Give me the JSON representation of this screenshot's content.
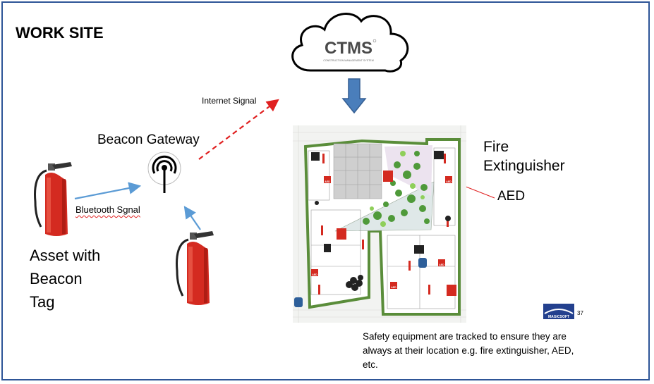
{
  "title": "WORK SITE",
  "cloud": {
    "brand": "CTMS",
    "brand_sub": "CONSTRUCTION MANAGEMENT SYSTEM"
  },
  "labels": {
    "internet_signal": "Internet Signal",
    "beacon_gateway": "Beacon Gateway",
    "bluetooth_signal": "Bluetooth Sgnal",
    "asset_line1": "Asset with",
    "asset_line2": "Beacon",
    "asset_line3": "Tag",
    "fire_line1": "Fire",
    "fire_line2": "Extinguisher",
    "aed": "AED"
  },
  "floorplan": {
    "sign_aed": "AED"
  },
  "logo": {
    "text": "MAGICSOFT",
    "page_number": "37"
  },
  "caption": {
    "line1": "Safety equipment are tracked to ensure they are",
    "line2": "always at their location e.g. fire extinguisher, AED,",
    "line3": "etc."
  },
  "colors": {
    "frame": "#2e5597",
    "arrow_blue": "#5b9bd5",
    "arrow_red": "#e02020",
    "extinguisher": "#d42a20",
    "park_green": "#5a8d3a"
  }
}
